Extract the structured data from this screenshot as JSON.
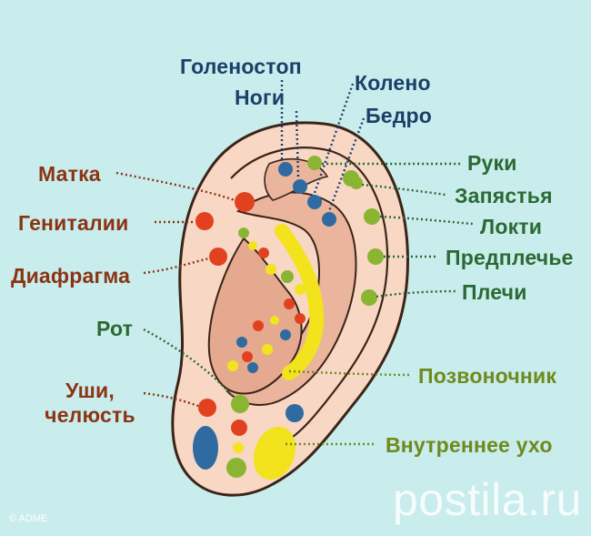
{
  "labels": {
    "goleni": "Голеностоп",
    "nogi": "Ноги",
    "koleno": "Колено",
    "bedro": "Бедро",
    "matka": "Матка",
    "genitalii": "Гениталии",
    "diafragma": "Диафрагма",
    "rot": "Рот",
    "ushi_1": "Уши,",
    "ushi_2": "челюсть",
    "ruki": "Руки",
    "zapyastya": "Запястья",
    "lokti": "Локти",
    "predplechye": "Предплечье",
    "plechi": "Плечи",
    "pozvonochnik": "Позвоночник",
    "vnutrennee_ukho": "Внутреннее ухо"
  },
  "copyright": "© ADME",
  "watermark": "postila.ru",
  "colors": {
    "background": "#c9ecec",
    "ear_skin": "#f8d7c5",
    "ear_shadow": "#e5a98f",
    "ear_outline": "#3b2418",
    "point_red": "#e2411f",
    "point_blue": "#2f6aa0",
    "point_green": "#8ab532",
    "point_yellow": "#f2e31c",
    "text_red": "#8a3414",
    "text_blue": "#1b4068",
    "text_green": "#2a6a32",
    "text_olive": "#6e8a1e"
  }
}
